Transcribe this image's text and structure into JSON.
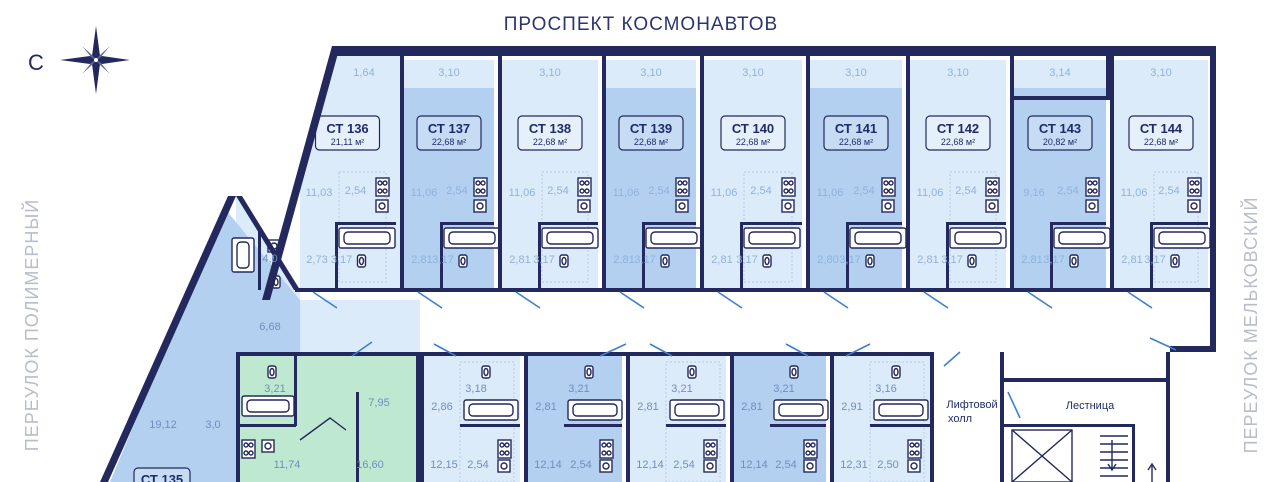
{
  "street_top": "ПРОСПЕКТ КОСМОНАВТОВ",
  "street_left": "ПЕРЕУЛОК ПОЛИМЕРНЫЙ",
  "street_right": "ПЕРЕУЛОК МЕЛЬКОВСКИЙ",
  "compass_letter": "С",
  "colors": {
    "wall": "#23295c",
    "unit_light": "#dcebfa",
    "unit_medium": "#b3d0f1",
    "unit_green": "#bfe8d0",
    "accent_text": "#1f2b6b"
  },
  "units_top": [
    {
      "label": "СТ 136",
      "area": "21,11 м²",
      "width_dim": "1,64",
      "main": "11,03",
      "bath": "2,54",
      "side": "2,73",
      "wc": "3,17"
    },
    {
      "label": "СТ 137",
      "area": "22,68 м²",
      "width_dim": "3,10",
      "main": "11,06",
      "bath": "2,54",
      "side": "2,81",
      "wc": "3,17"
    },
    {
      "label": "СТ 138",
      "area": "22,68 м²",
      "width_dim": "3,10",
      "main": "11,06",
      "bath": "2,54",
      "side": "2,81",
      "wc": "3,17"
    },
    {
      "label": "СТ 139",
      "area": "22,68 м²",
      "width_dim": "3,10",
      "main": "11,06",
      "bath": "2,54",
      "side": "2,81",
      "wc": "3,17"
    },
    {
      "label": "СТ 140",
      "area": "22,68 м²",
      "width_dim": "3,10",
      "main": "11,06",
      "bath": "2,54",
      "side": "2,81",
      "wc": "3,17"
    },
    {
      "label": "СТ 141",
      "area": "22,68 м²",
      "width_dim": "3,10",
      "main": "11,06",
      "bath": "2,54",
      "side": "2,80",
      "wc": "3,17"
    },
    {
      "label": "СТ 142",
      "area": "22,68 м²",
      "width_dim": "3,10",
      "main": "11,06",
      "bath": "2,54",
      "side": "2,81",
      "wc": "3,17"
    },
    {
      "label": "СТ 143",
      "area": "20,82 м²",
      "width_dim": "3,14",
      "main": "9,16",
      "bath": "2,54",
      "side": "2,81",
      "wc": "3,17"
    },
    {
      "label": "СТ 144",
      "area": "22,68 м²",
      "width_dim": "3,10",
      "main": "11,06",
      "bath": "2,54",
      "side": "2,81",
      "wc": "3,17"
    }
  ],
  "corner_unit": {
    "label": "СТ 135",
    "dims": [
      "4,0",
      "6,68",
      "19,12",
      "3,0"
    ]
  },
  "green_unit": {
    "dims": [
      "3,21",
      "7,95",
      "11,74",
      "16,60"
    ]
  },
  "units_bottom": [
    {
      "wc": "3,18",
      "side": "2,86",
      "main": "12,15",
      "bath": "2,54"
    },
    {
      "wc": "3,21",
      "side": "2,81",
      "main": "12,14",
      "bath": "2,54"
    },
    {
      "wc": "3,21",
      "side": "2,81",
      "main": "12,14",
      "bath": "2,54"
    },
    {
      "wc": "3,21",
      "side": "2,81",
      "main": "12,14",
      "bath": "2,54"
    },
    {
      "wc": "3,16",
      "side": "2,91",
      "main": "12,31",
      "bath": "2,50"
    }
  ],
  "lift_hall": [
    "Лифтовой",
    "холл"
  ],
  "stairs": "Лестница"
}
